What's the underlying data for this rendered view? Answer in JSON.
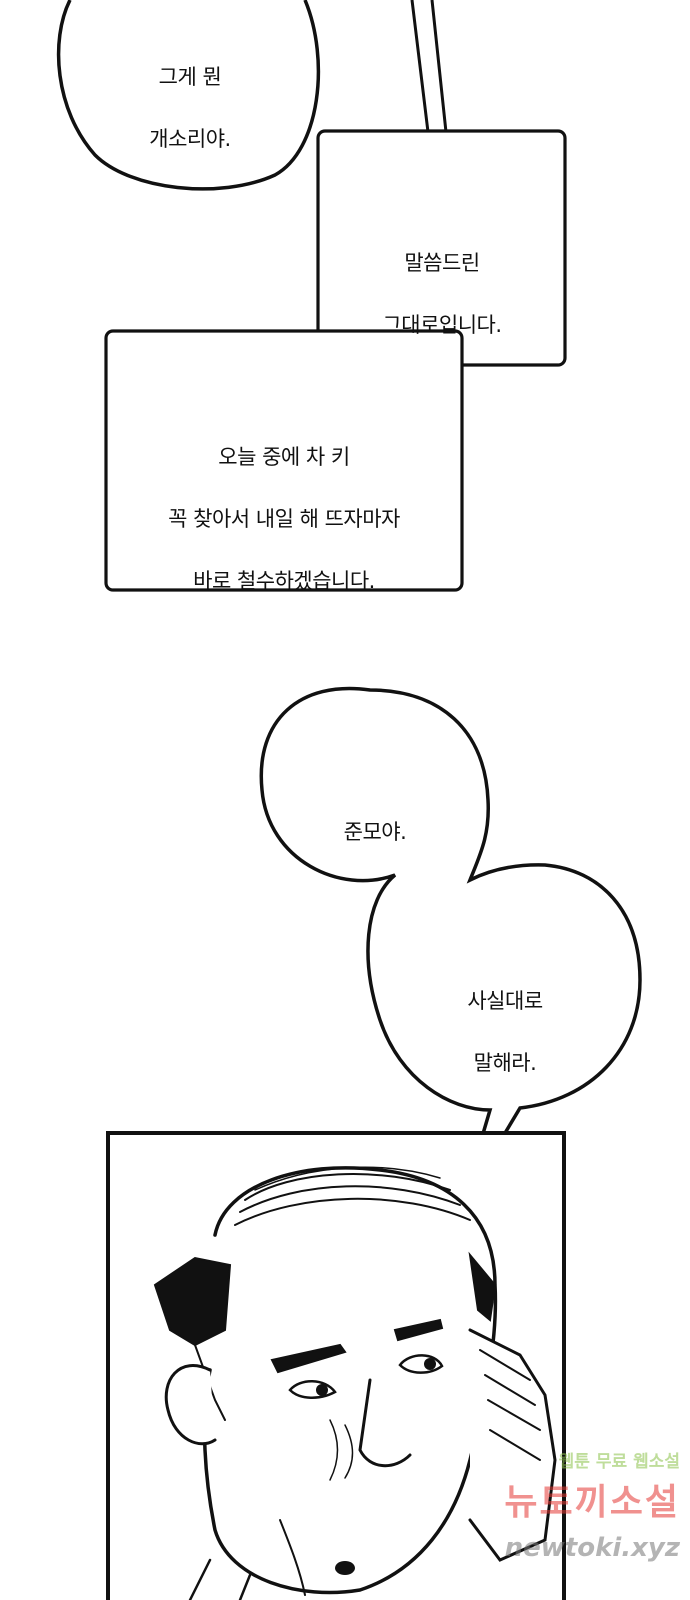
{
  "bubbles": {
    "top_bubble": [
      "그게 뭔",
      "개소리야."
    ],
    "box_1": [
      "말씀드린",
      "그대로입니다."
    ],
    "box_2": [
      "오늘 중에 차 키",
      "꼭 찾아서 내일 해 뜨자마자",
      "바로 철수하겠습니다."
    ],
    "cloud_1": [
      "준모야."
    ],
    "cloud_2": [
      "사실대로",
      "말해라."
    ]
  },
  "watermark": {
    "line1": "웹툰 무료 웹소설",
    "line2": "뉴토끼소설",
    "line3": "newtoki.xyz"
  }
}
